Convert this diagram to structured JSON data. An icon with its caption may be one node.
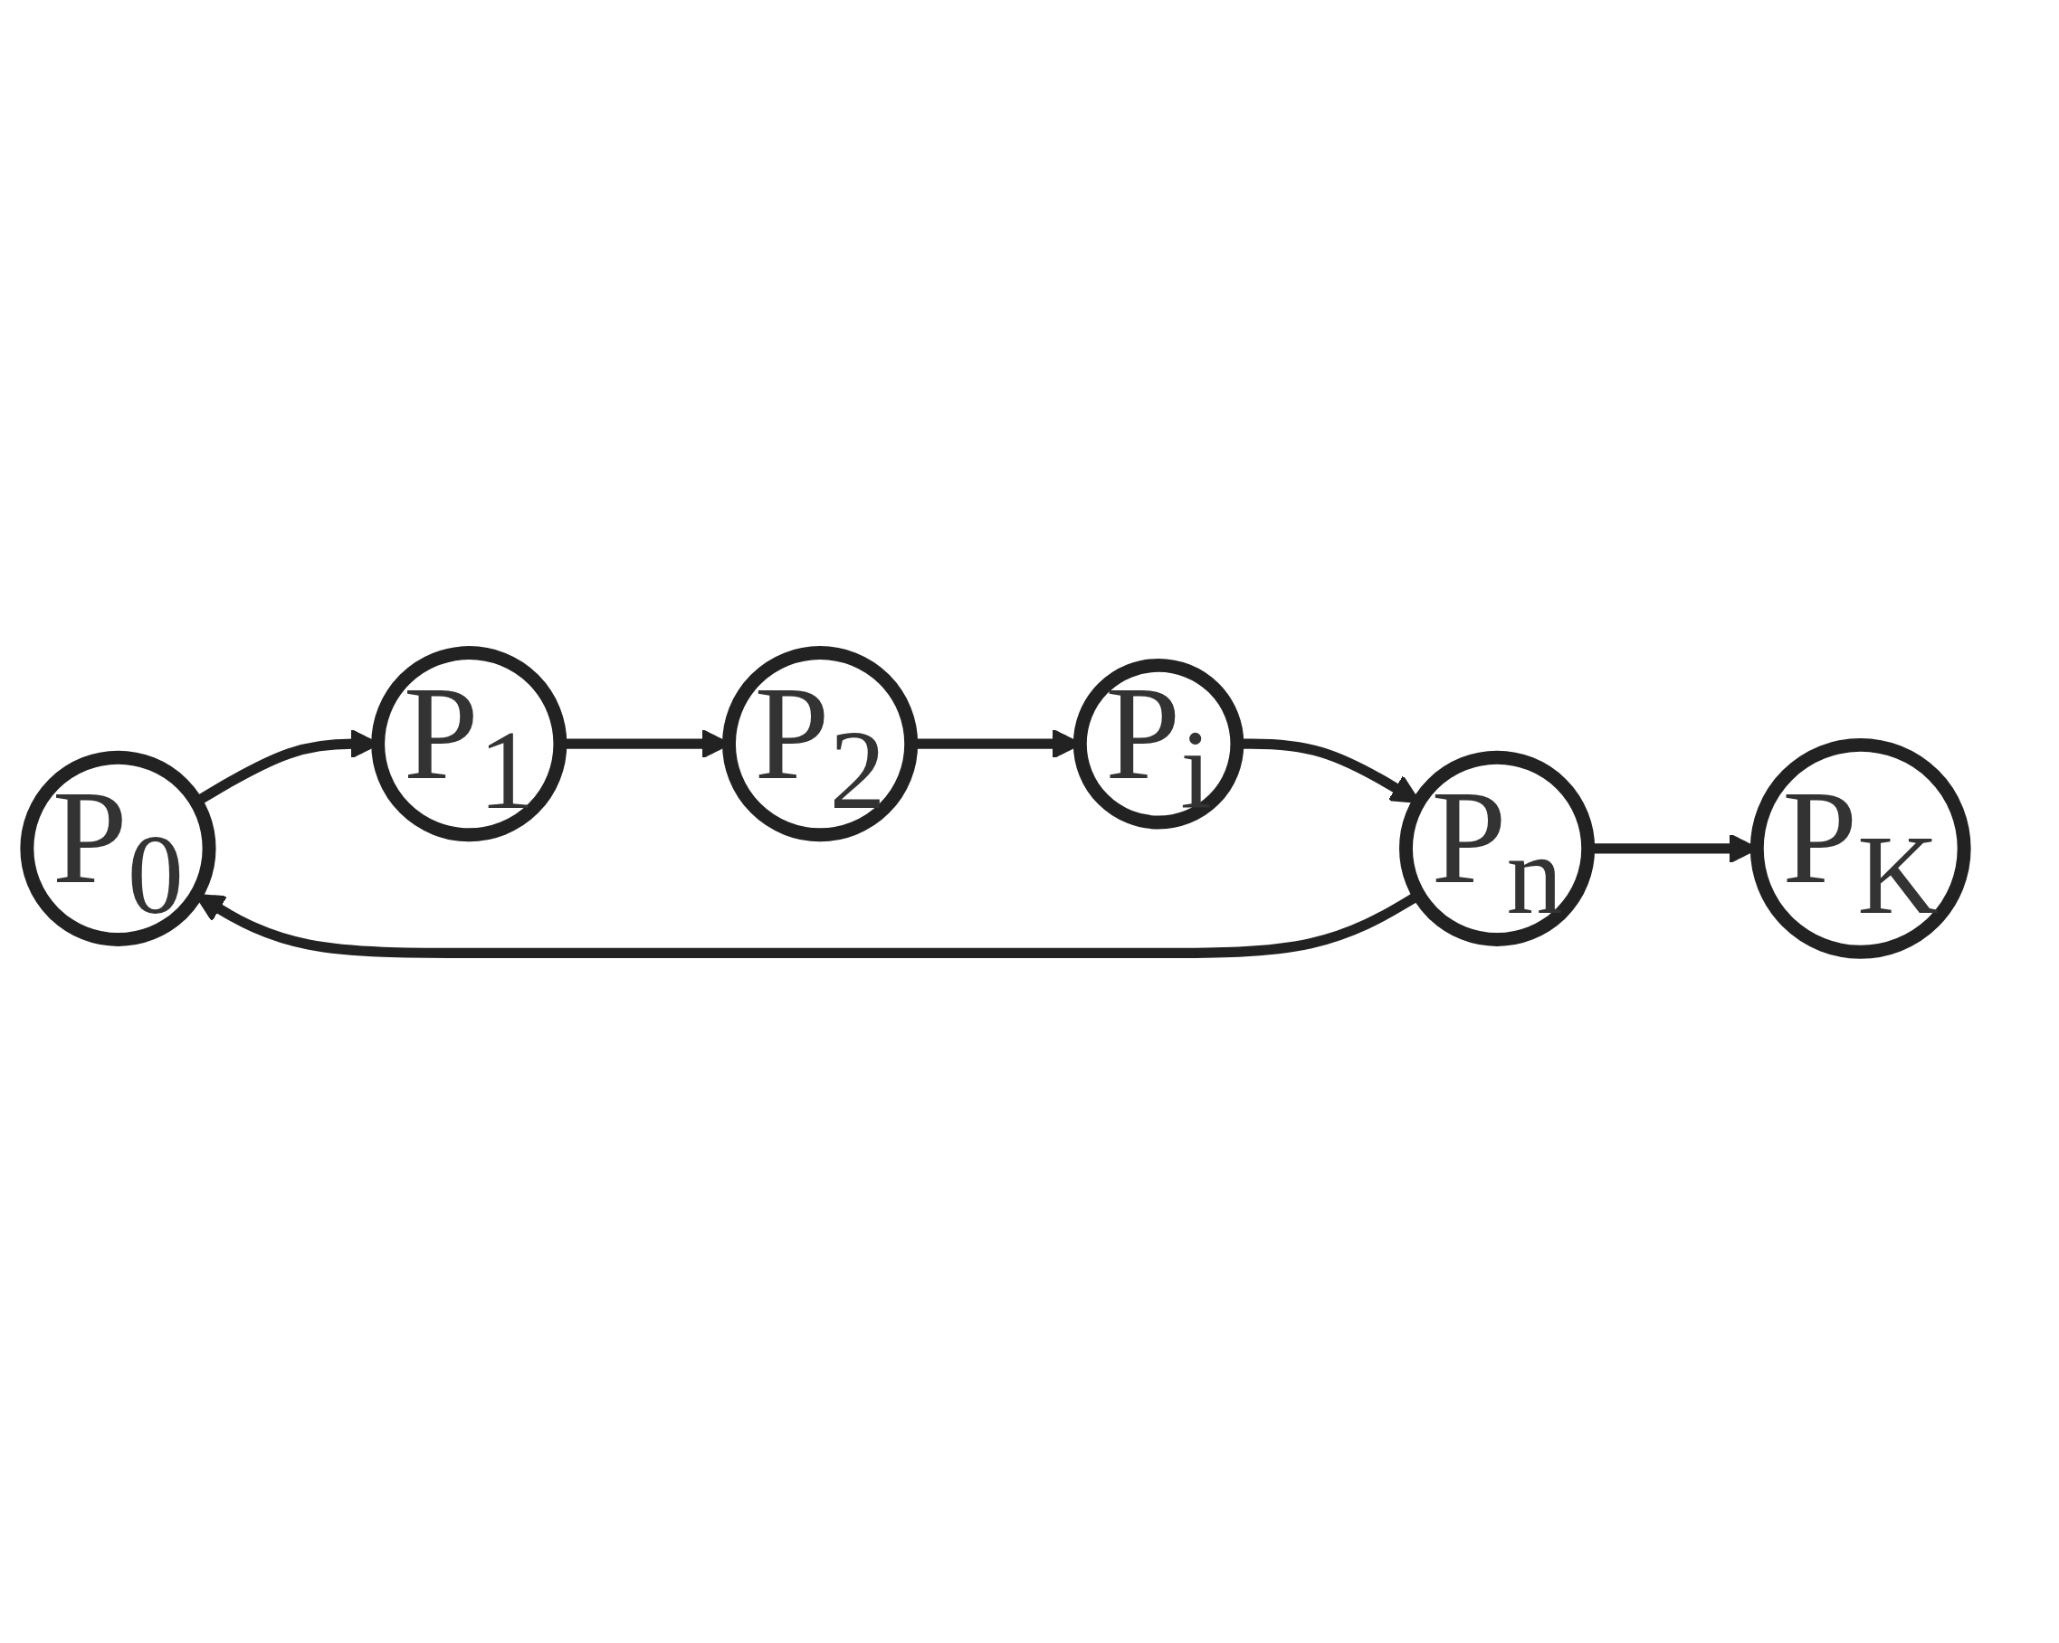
{
  "diagram": {
    "nodes": [
      {
        "text": [
          "P$_{K}$"
        ]
      },
      {
        "text": [
          "P$_{0}$"
        ]
      },
      {
        "text": [
          "P$_{1}$"
        ]
      },
      {
        "text": [
          "P$_{n}$"
        ]
      },
      {
        "text": [
          "P$_{2}$"
        ]
      },
      {
        "text": [
          "P$_{i}$"
        ]
      }
    ],
    "edges": [
      {
        "from": 1,
        "to": 2,
        "arrow": "to"
      },
      {
        "from": 2,
        "to": 4,
        "arrow": "to"
      },
      {
        "from": 4,
        "to": 5,
        "arrow": "to"
      },
      {
        "from": 5,
        "to": 3,
        "arrow": "to"
      },
      {
        "from": 3,
        "to": 1,
        "arrow": "to"
      },
      {
        "from": 3,
        "to": 0,
        "arrow": "to"
      }
    ]
  }
}
